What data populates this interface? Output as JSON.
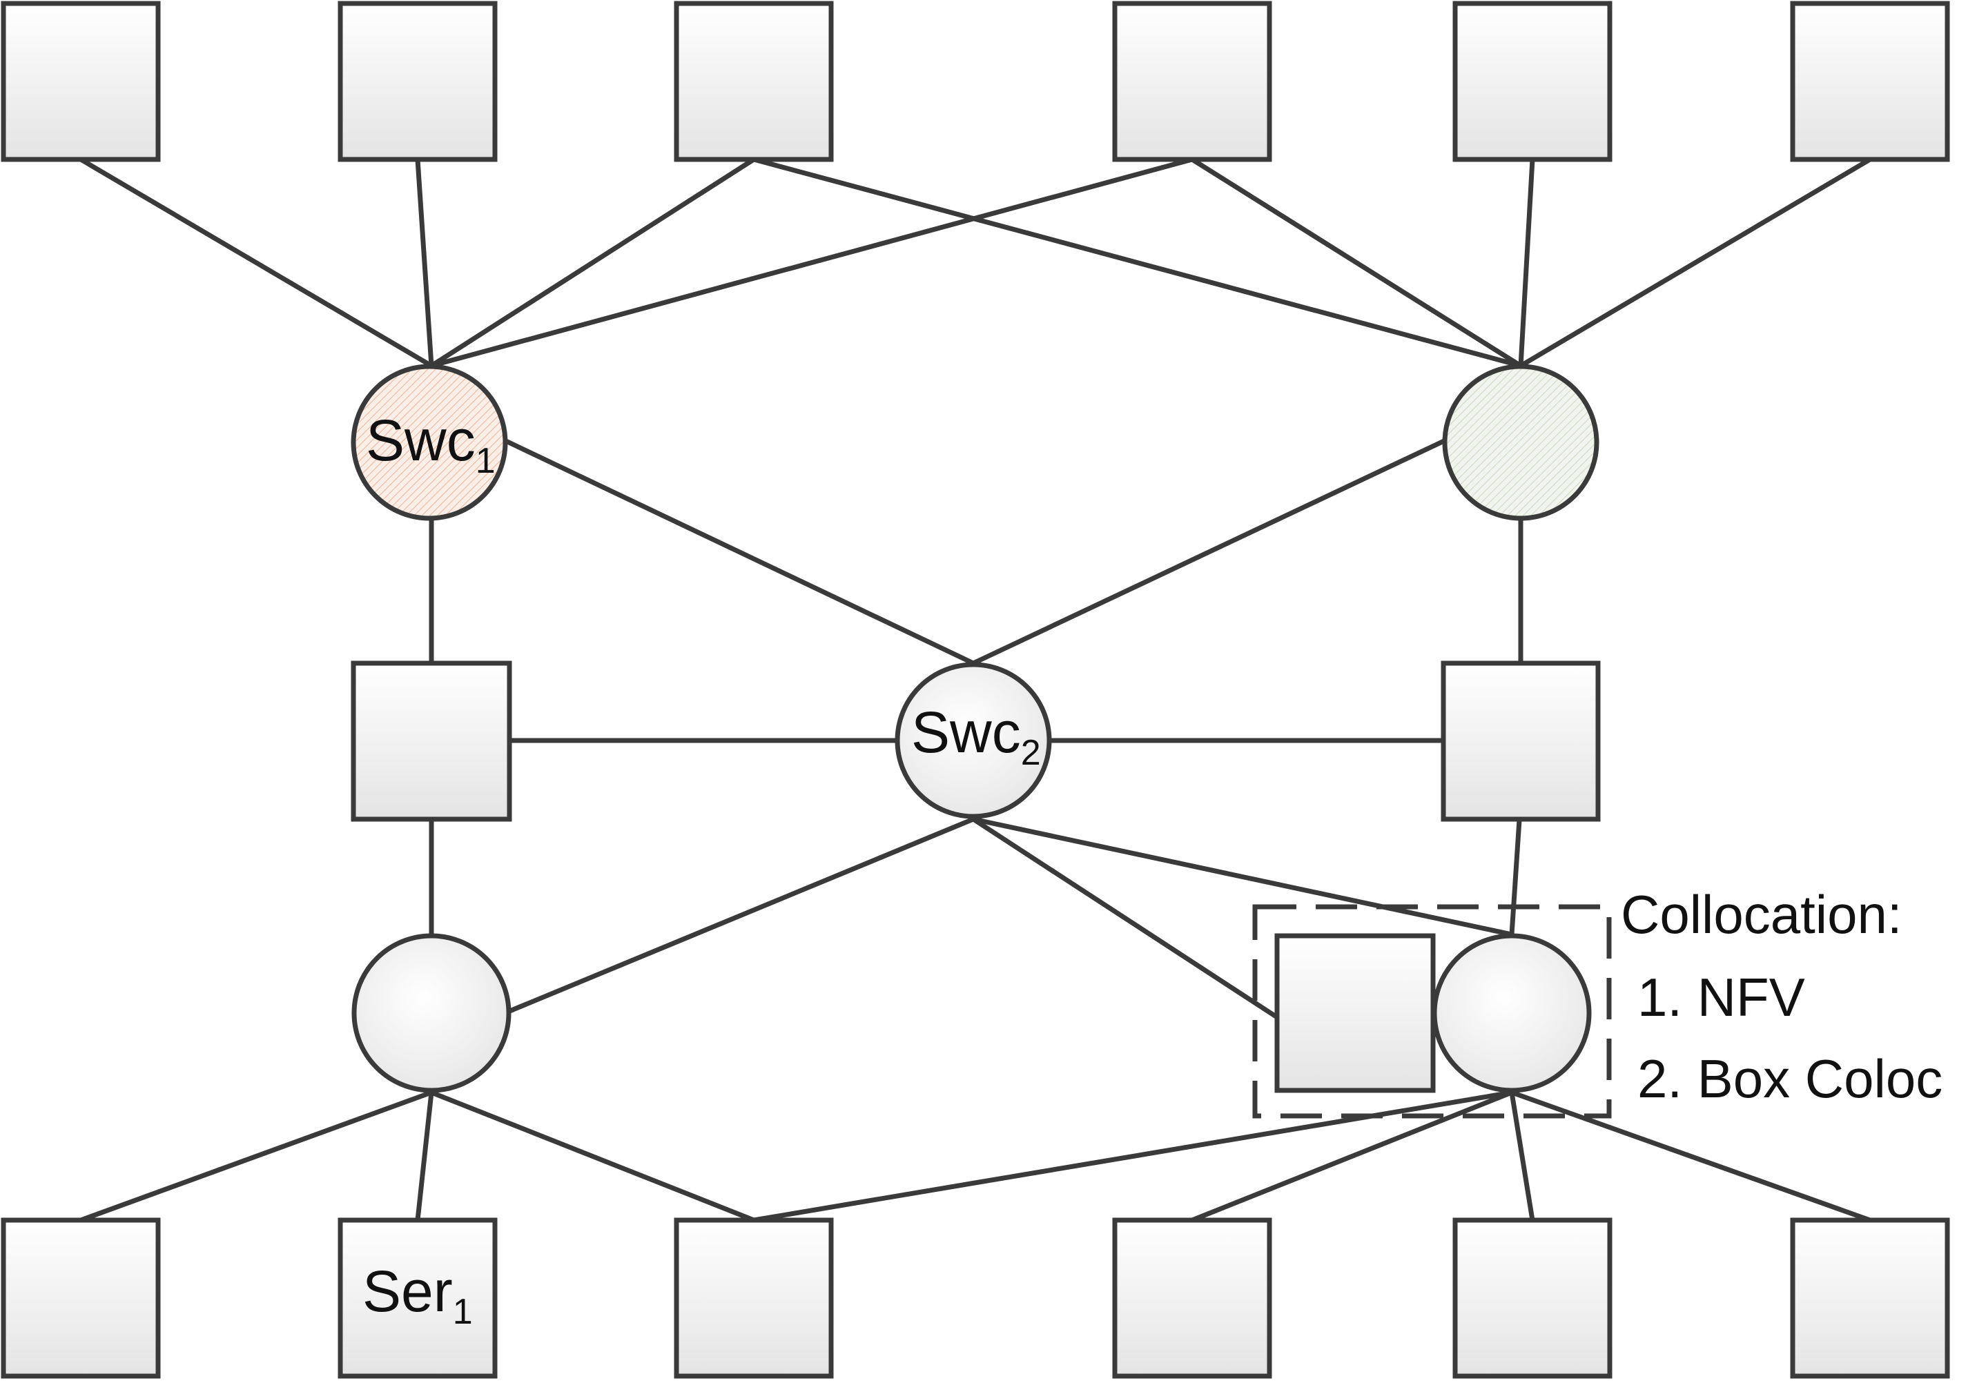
{
  "nodes": {
    "top_boxes": [
      "",
      "",
      "",
      "",
      "",
      ""
    ],
    "swc1": {
      "label": "Swc",
      "sub": "1"
    },
    "swc2": {
      "label": "Swc",
      "sub": "2"
    },
    "ser1": {
      "label": "Ser",
      "sub": "1"
    }
  },
  "collocation": {
    "title": "Collocation:",
    "items": [
      "1. NFV",
      "2. Box Coloc"
    ]
  },
  "colors": {
    "stroke": "#3a3a3a",
    "swc1_fill": "#f7e9e0",
    "aggregate_fill": "#eef2e7",
    "box_fill_top": "#ffffff",
    "box_fill_bottom": "#e6e6e6"
  }
}
